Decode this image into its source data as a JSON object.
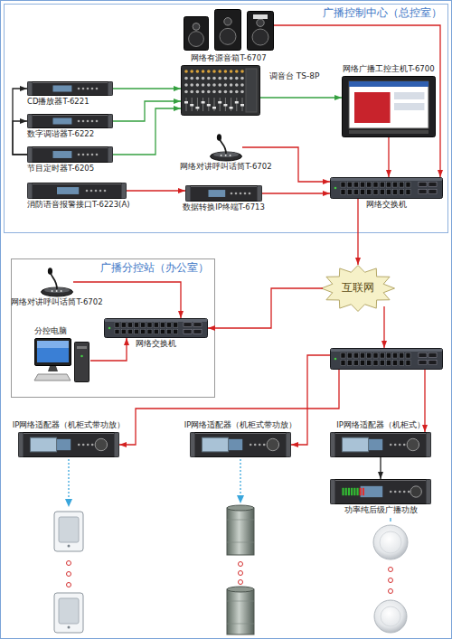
{
  "diagram": {
    "nodes": [
      {
        "text": [
          "广播控制中心（总控室）"
        ]
      },
      {
        "text": [
          "网络有源音箱T-6707"
        ],
        "in": 0
      },
      {
        "text": [
          "网络广播工控主机T-6700"
        ],
        "in": 0
      },
      {
        "text": [
          "调音台 TS-8P"
        ],
        "in": 0
      },
      {
        "text": [
          "CD播放器T-6221"
        ],
        "in": 0
      },
      {
        "text": [
          "数字调谐器T-6222"
        ],
        "in": 0
      },
      {
        "text": [
          "网络对讲呼叫话筒T-6702"
        ],
        "in": 0
      },
      {
        "text": [
          "节目定时器T-6205"
        ],
        "in": 0
      },
      {
        "text": [
          "消防语音报警接口T-6223(A)"
        ],
        "in": 0
      },
      {
        "text": [
          "数据转换IP终端T-6713"
        ],
        "in": 0
      },
      {
        "text": [
          "网络交换机"
        ],
        "in": 0
      },
      {
        "text": [
          "广播分控站（办公室）"
        ]
      },
      {
        "text": [
          "网络对讲呼叫话筒T-6702"
        ],
        "in": 11
      },
      {
        "text": [
          "网络交换机"
        ],
        "in": 11
      },
      {
        "text": [
          "分控电脑"
        ],
        "in": 11
      },
      {
        "text": [
          "互联网"
        ]
      },
      {
        "text": []
      },
      {
        "text": [
          "IP网络适配器（机柜式带功放）"
        ]
      },
      {
        "text": [
          "IP网络适配器（机柜式带功放）"
        ]
      },
      {
        "text": [
          "IP网络适配器（机柜式）"
        ]
      },
      {
        "text": [
          "功率纯后级广播功放"
        ]
      }
    ],
    "edges": [
      {
        "from": 4,
        "to": 3,
        "arrow": "to"
      },
      {
        "from": 5,
        "to": 3,
        "arrow": "to"
      },
      {
        "from": 7,
        "to": 3,
        "arrow": "to"
      },
      {
        "from": 7,
        "to": 4,
        "arrow": "to"
      },
      {
        "from": 7,
        "to": 5,
        "arrow": "to"
      },
      {
        "from": 3,
        "to": 2,
        "arrow": "to"
      },
      {
        "from": 1,
        "to": 10,
        "arrow": "to"
      },
      {
        "from": 2,
        "to": 10,
        "arrow": "to"
      },
      {
        "from": 6,
        "to": 10,
        "arrow": "to"
      },
      {
        "from": 8,
        "to": 9,
        "arrow": "to"
      },
      {
        "from": 9,
        "to": 10,
        "arrow": "to"
      },
      {
        "from": 10,
        "to": 15,
        "arrow": "to"
      },
      {
        "from": 15,
        "to": 16,
        "arrow": "to"
      },
      {
        "from": 15,
        "to": 13,
        "arrow": "to"
      },
      {
        "from": 12,
        "to": 13,
        "arrow": "to"
      },
      {
        "from": 14,
        "to": 13,
        "arrow": "to"
      },
      {
        "from": 16,
        "to": 17,
        "arrow": "to"
      },
      {
        "from": 16,
        "to": 18,
        "arrow": "to"
      },
      {
        "from": 16,
        "to": 19,
        "arrow": "to"
      },
      {
        "from": 19,
        "to": 20,
        "arrow": "to"
      }
    ]
  }
}
